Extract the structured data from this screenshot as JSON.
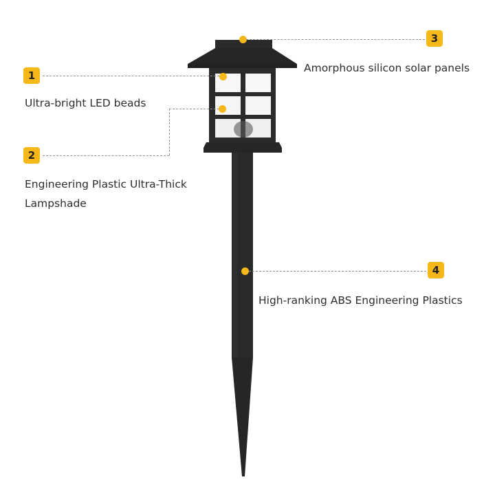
{
  "callouts": [
    {
      "number": "1",
      "label": "Ultra-bright LED beads"
    },
    {
      "number": "2",
      "label_line1": "Engineering Plastic Ultra-Thick",
      "label_line2": "Lampshade"
    },
    {
      "number": "3",
      "label": "Amorphous silicon solar panels"
    },
    {
      "number": "4",
      "label": "High-ranking ABS Engineering Plastics"
    }
  ],
  "colors": {
    "accent": "#f6b718",
    "lamp_body": "#2a2a2a",
    "leader_line": "#8a8f99",
    "text": "#2d2d2d"
  }
}
